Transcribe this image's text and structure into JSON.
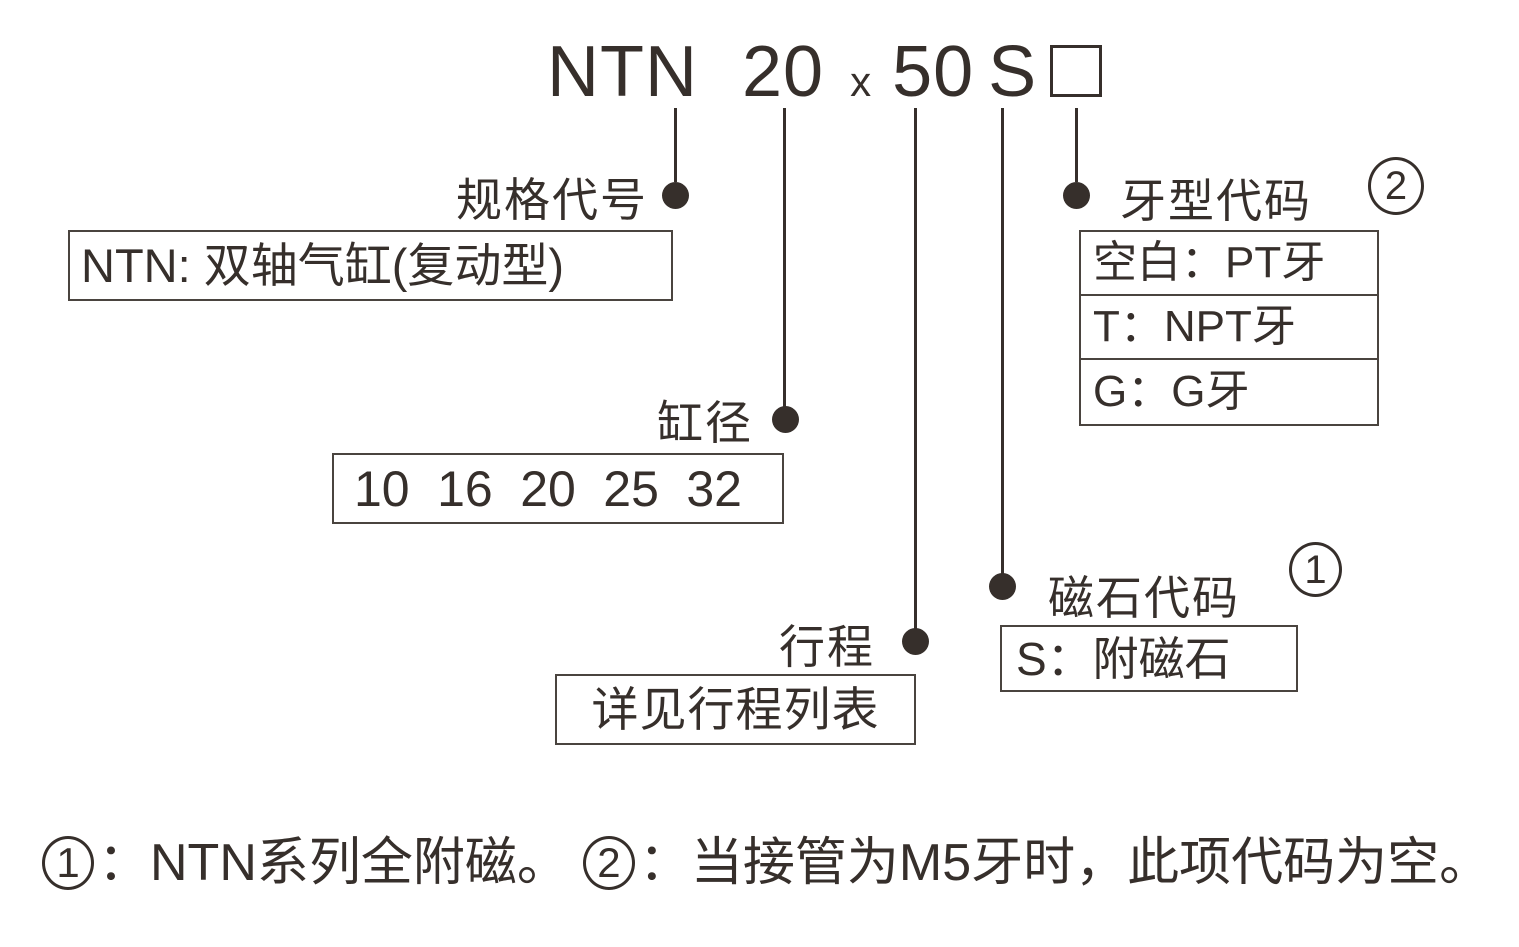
{
  "colors": {
    "ink": "#362f2b",
    "box_border": "#4a443f",
    "background": "#ffffff"
  },
  "model_code": {
    "series": "NTN",
    "bore": "20",
    "separator": "x",
    "stroke": "50",
    "magnet": "S",
    "thread_placeholder": "square-box"
  },
  "callouts": {
    "spec": {
      "label": "规格代号",
      "description": "NTN: 双轴气缸(复动型)"
    },
    "bore": {
      "label": "缸径",
      "options": [
        "10",
        "16",
        "20",
        "25",
        "32"
      ]
    },
    "stroke": {
      "label": "行程",
      "description": "详见行程列表"
    },
    "magnet": {
      "label": "磁石代码",
      "footnote_ref": "1",
      "description": "S：附磁石"
    },
    "thread": {
      "label": "牙型代码",
      "footnote_ref": "2",
      "options": [
        "空白：PT牙",
        "T：NPT牙",
        "G：G牙"
      ]
    }
  },
  "footnotes": [
    {
      "marker": "1",
      "text": "：NTN系列全附磁。"
    },
    {
      "marker": "2",
      "text": "：当接管为M5牙时，此项代码为空。"
    }
  ]
}
